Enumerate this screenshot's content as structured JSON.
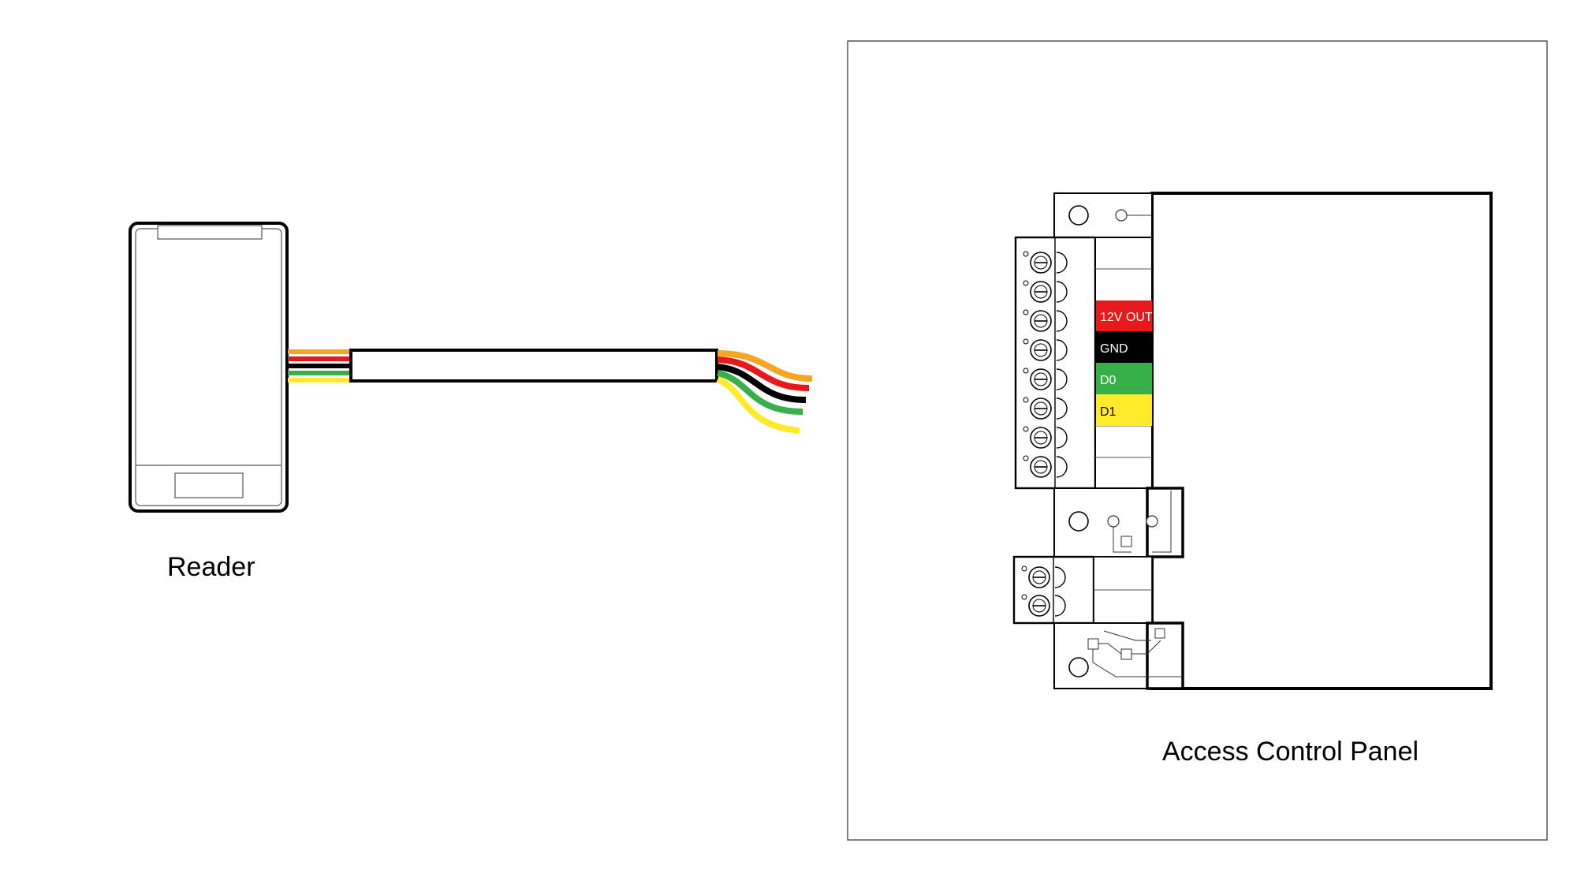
{
  "reader": {
    "label": "Reader"
  },
  "panel": {
    "label": "Access Control Panel",
    "terminals": [
      {
        "label": "12V OUT",
        "color": "#e8191c",
        "text_color": "#ffffff"
      },
      {
        "label": "GND",
        "color": "#000000",
        "text_color": "#ffffff"
      },
      {
        "label": "D0",
        "color": "#37b04a",
        "text_color": "#ffffff"
      },
      {
        "label": "D1",
        "color": "#ffeb2b",
        "text_color": "#000000"
      }
    ]
  },
  "wire_colors": {
    "orange": "#f5a623",
    "red": "#e8191c",
    "black": "#000000",
    "green": "#37b04a",
    "yellow": "#ffeb2b"
  }
}
